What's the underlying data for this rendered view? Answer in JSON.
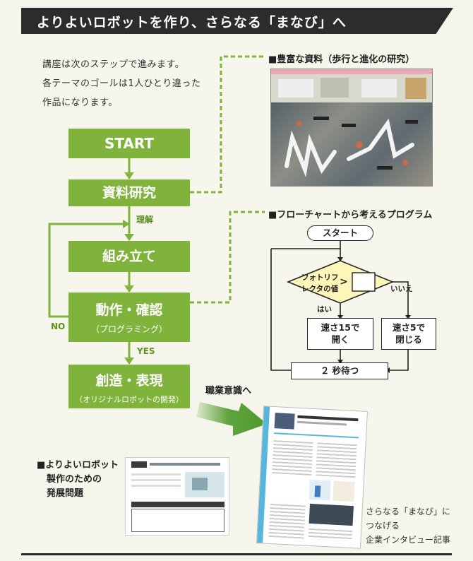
{
  "header": {
    "title": "よりよいロボットを作り、さらなる「まなび」へ"
  },
  "intro": {
    "lines": [
      "講座は次のステップで進みます。",
      "各テーマのゴールは1人ひとり違った",
      "作品になります。"
    ]
  },
  "flow": {
    "start": "START",
    "research": "資料研究",
    "understanding": "理解",
    "assembly": "組み立て",
    "operation": "動作・確認",
    "operation_sub": "（プログラミング）",
    "no": "NO",
    "yes": "YES",
    "creation": "創造・表現",
    "creation_sub": "（オリジナルロボットの開発）"
  },
  "career_label": "職業意識へ",
  "materials": {
    "title": "■豊富な資料（歩行と進化の研究）"
  },
  "program_flow": {
    "title": "■フローチャートから考えるプログラム",
    "start": "スタート",
    "condition_line1": "フォトリフ",
    "condition_line2": "レクタの値",
    "condition_op": ">",
    "yes": "はい",
    "no": "いいえ",
    "left_action_line1": "速さ15で",
    "left_action_line2": "開く",
    "right_action_line1": "速さ5で",
    "right_action_line2": "閉じる",
    "wait": "２ 秒待つ"
  },
  "advanced": {
    "title_lines": [
      "■よりよいロボット",
      "製作のための",
      "発展問題"
    ]
  },
  "interview": {
    "caption_lines": [
      "さらなる「まなび」に",
      "つなげる",
      "企業インタビュー記事"
    ]
  },
  "colors": {
    "green": "#7fb33b",
    "dark": "#2c2c2c",
    "pale_yellow": "#fdf6b8",
    "arrow_green": "#4f9a2b"
  }
}
